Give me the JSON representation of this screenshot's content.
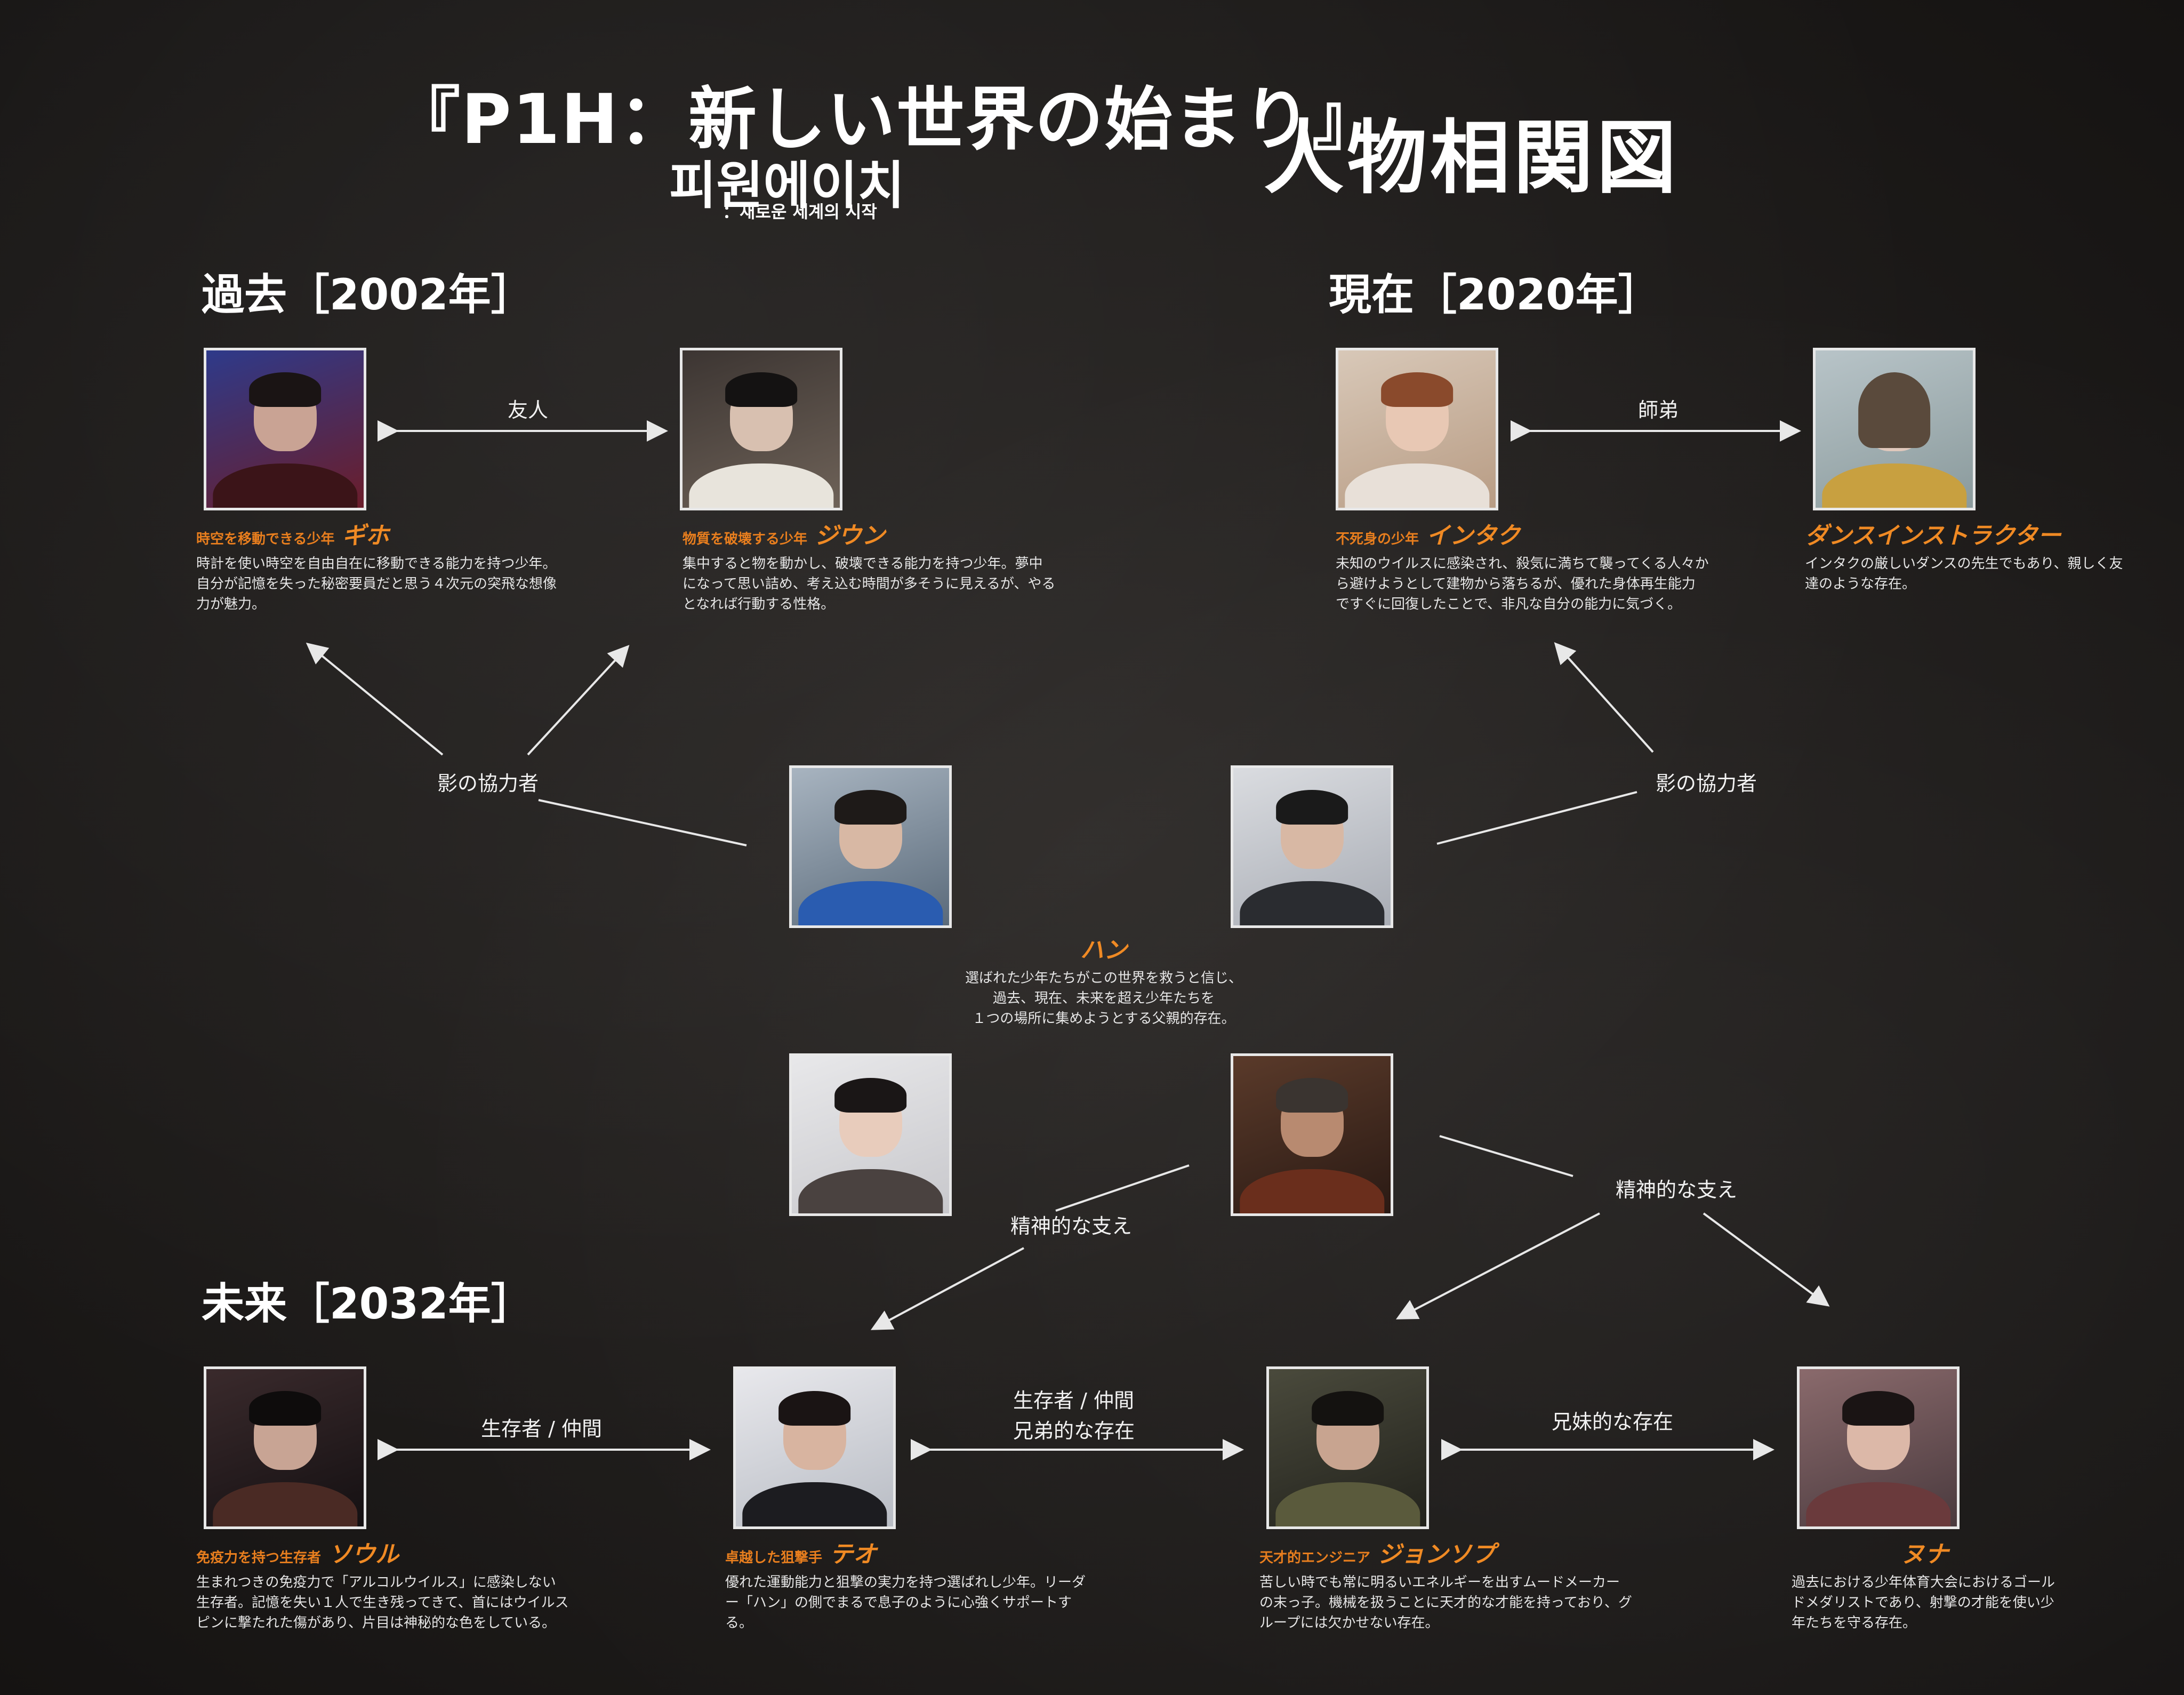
{
  "header": {
    "title": "『P1H：新しい世界の始まり』",
    "title_kr": "피원에이치",
    "title_kr_sub": "：새로운 세계의 시작",
    "title_right": "人物相関図"
  },
  "sections": {
    "past": "過去［2002年］",
    "present": "現在［2020年］",
    "future": "未来［2032年］"
  },
  "characters": {
    "giho": {
      "role": "時空を移動できる少年",
      "name": "ギホ",
      "desc": "時計を使い時空を自由自在に移動できる能力を持つ少年。自分が記憶を失った秘密要員だと思う４次元の突飛な想像力が魅力。"
    },
    "jiun": {
      "role": "物質を破壊する少年",
      "name": "ジウン",
      "desc": "集中すると物を動かし、破壊できる能力を持つ少年。夢中になって思い詰め、考え込む時間が多そうに見えるが、やるとなれば行動する性格。"
    },
    "intak": {
      "role": "不死身の少年",
      "name": "インタク",
      "desc": "未知のウイルスに感染され、殺気に満ちて襲ってくる人々から避けようとして建物から落ちるが、優れた身体再生能力ですぐに回復したことで、非凡な自分の能力に気づく。"
    },
    "dance": {
      "role": "",
      "name": "ダンスインストラクター",
      "desc": "インタクの厳しいダンスの先生でもあり、親しく友達のような存在。"
    },
    "han": {
      "name": "ハン",
      "desc_lines": [
        "選ばれた少年たちがこの世界を救うと信じ、",
        "過去、現在、未来を超え少年たちを",
        "１つの場所に集めようとする父親的存在。"
      ]
    },
    "soul": {
      "role": "免疫力を持つ生存者",
      "name": "ソウル",
      "desc": "生まれつきの免疫力で「アルコルウイルス」に感染しない生存者。記憶を失い１人で生き残ってきて、首にはウイルスピンに撃たれた傷があり、片目は神秘的な色をしている。"
    },
    "theo": {
      "role": "卓越した狙撃手",
      "name": "テオ",
      "desc": "優れた運動能力と狙撃の実力を持つ選ばれし少年。リーダー「ハン」の側でまるで息子のように心強くサポートする。"
    },
    "jongseob": {
      "role": "天才的エンジニア",
      "name": "ジョンソプ",
      "desc": "苦しい時でも常に明るいエネルギーを出すムードメーカーの末っ子。機械を扱うことに天才的な才能を持っており、グループには欠かせない存在。"
    },
    "nuna": {
      "role": "",
      "name": "ヌナ",
      "desc": "過去における少年体育大会におけるゴールドメダリストであり、射撃の才能を使い少年たちを守る存在。"
    }
  },
  "relations": {
    "friend": "友人",
    "master": "師弟",
    "shadow_left": "影の協力者",
    "shadow_right": "影の協力者",
    "support_left": "精神的な支え",
    "support_right": "精神的な支え",
    "survivor": "生存者 / 仲間",
    "survivor2": "生存者 / 仲間",
    "brother": "兄弟的な存在",
    "sibling": "兄妹的な存在"
  },
  "colors": {
    "accent": "#f08a24",
    "background": "#1f1d1b"
  }
}
